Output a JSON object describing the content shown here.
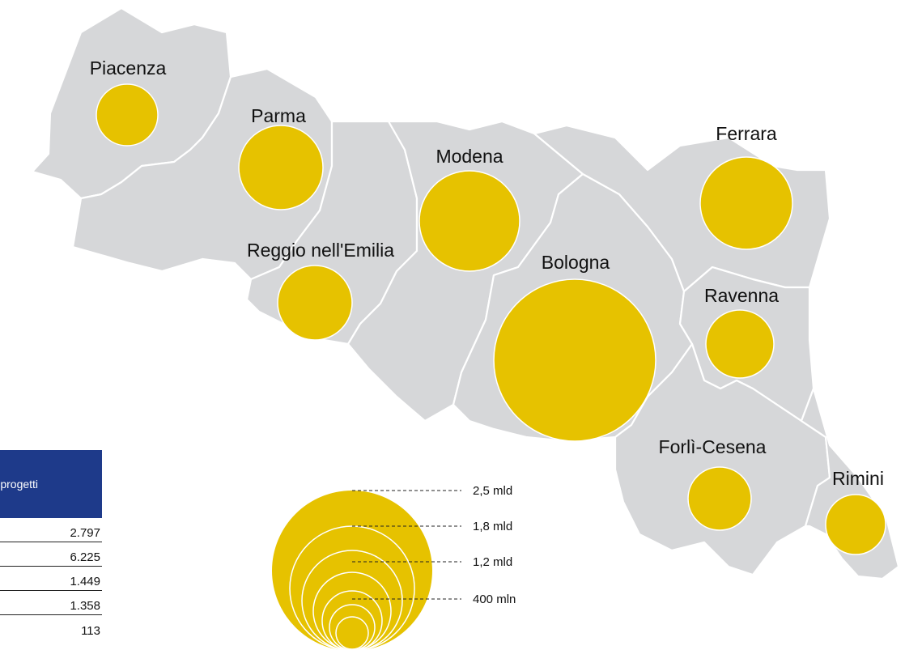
{
  "map": {
    "fill_color": "#d6d7d9",
    "bubble_color": "#e6c200",
    "provinces": [
      {
        "name": "Piacenza"
      },
      {
        "name": "Parma"
      },
      {
        "name": "Reggio nell'Emilia"
      },
      {
        "name": "Modena"
      },
      {
        "name": "Bologna"
      },
      {
        "name": "Ferrara"
      },
      {
        "name": "Ravenna"
      },
      {
        "name": "Forlì-Cesena"
      },
      {
        "name": "Rimini"
      }
    ]
  },
  "legend": {
    "labels": [
      "2,5 mld",
      "1,8 mld",
      "1,2 mld",
      "400 mln"
    ]
  },
  "table": {
    "header": "ro progetti",
    "header_color": "#1e3a8a",
    "values": [
      "2.797",
      "6.225",
      "1.449",
      "1.358",
      "113"
    ]
  }
}
